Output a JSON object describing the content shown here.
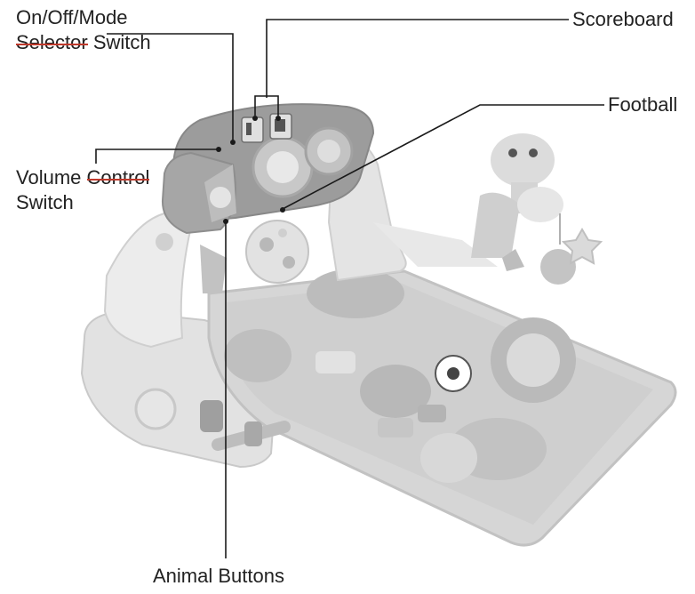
{
  "labels": {
    "power": {
      "line1": "On/Off/Mode",
      "line2_strike": "Selector",
      "line2_rest": " Switch"
    },
    "volume": {
      "line1_word": "Volume ",
      "line1_strike": "Control",
      "line2": "Switch"
    },
    "scoreboard": "Scoreboard",
    "football": "Football",
    "animal_buttons": "Animal Buttons"
  },
  "colors": {
    "leader": "#1a1a1a",
    "strike": "#c0392b",
    "toy_light": "#dcdcdc",
    "toy_mid": "#bdbdbd",
    "toy_dark": "#8f8f8f"
  }
}
